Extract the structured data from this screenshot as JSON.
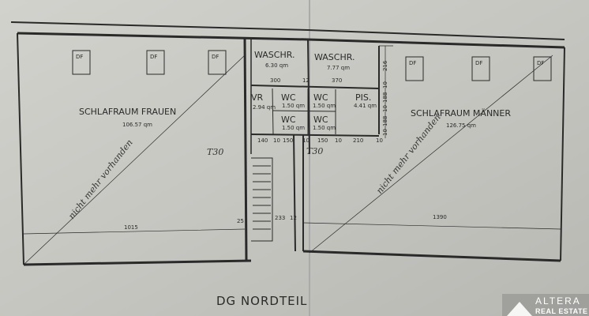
{
  "plan": {
    "title": "DG NORDTEIL",
    "skylight_label": "DF",
    "rooms": {
      "women": {
        "name": "SCHLAFRAUM FRAUEN",
        "area": "106.57 qm"
      },
      "men": {
        "name": "SCHLAFRAUM MÄNNER",
        "area": "126.75 qm"
      },
      "wash1": {
        "name": "WASCHR.",
        "area": "6.30 qm"
      },
      "wash2": {
        "name": "WASCHR.",
        "area": "7.77 qm"
      },
      "vr": {
        "name": "VR",
        "area": "2.94 qm"
      },
      "wc1": {
        "name": "WC",
        "area": "1.50 qm"
      },
      "wc2": {
        "name": "WC",
        "area": "1.50 qm"
      },
      "wc3": {
        "name": "WC",
        "area": "1.50 qm"
      },
      "wc4": {
        "name": "WC",
        "area": "1.50 qm"
      },
      "pis": {
        "name": "PIS.",
        "area": "4.41 qm"
      }
    },
    "dimensions": {
      "top": [
        "300",
        "12",
        "370"
      ],
      "middle": [
        "140",
        "10",
        "150",
        "10",
        "150",
        "10",
        "210",
        "10"
      ],
      "right": [
        "216",
        "10",
        "188",
        "10",
        "188",
        "10"
      ],
      "bottom": [
        "1015",
        "25",
        "233",
        "12",
        "1390"
      ]
    },
    "door_rating": "T30",
    "annotation": "nicht mehr vorhanden"
  },
  "logo": {
    "name": "ALTERA",
    "sub": "REAL ESTATE"
  },
  "colors": {
    "paper": "#c9c9c4",
    "ink": "#2a2a2a"
  }
}
